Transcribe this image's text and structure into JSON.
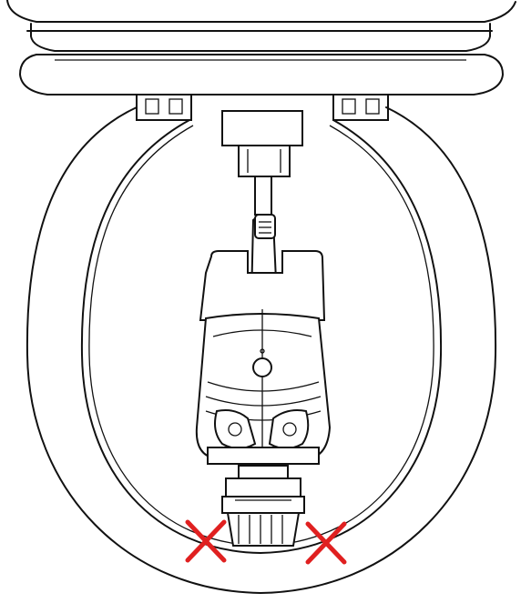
{
  "diagram": {
    "subject": "seat-lift-mechanism",
    "marks": [
      {
        "name": "left-cross-mark",
        "symbol": "x",
        "color": "#e02020"
      },
      {
        "name": "right-cross-mark",
        "symbol": "x",
        "color": "#e02020"
      }
    ],
    "colors": {
      "line": "#111111",
      "background": "#ffffff",
      "mark": "#e02020"
    }
  }
}
